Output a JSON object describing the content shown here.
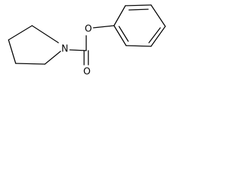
{
  "molecule": {
    "atoms": {
      "nitrogen": "N",
      "ether_oxygen": "O",
      "carbonyl_oxygen": "O"
    },
    "line_color": "#000000",
    "background_color": "#ffffff"
  }
}
